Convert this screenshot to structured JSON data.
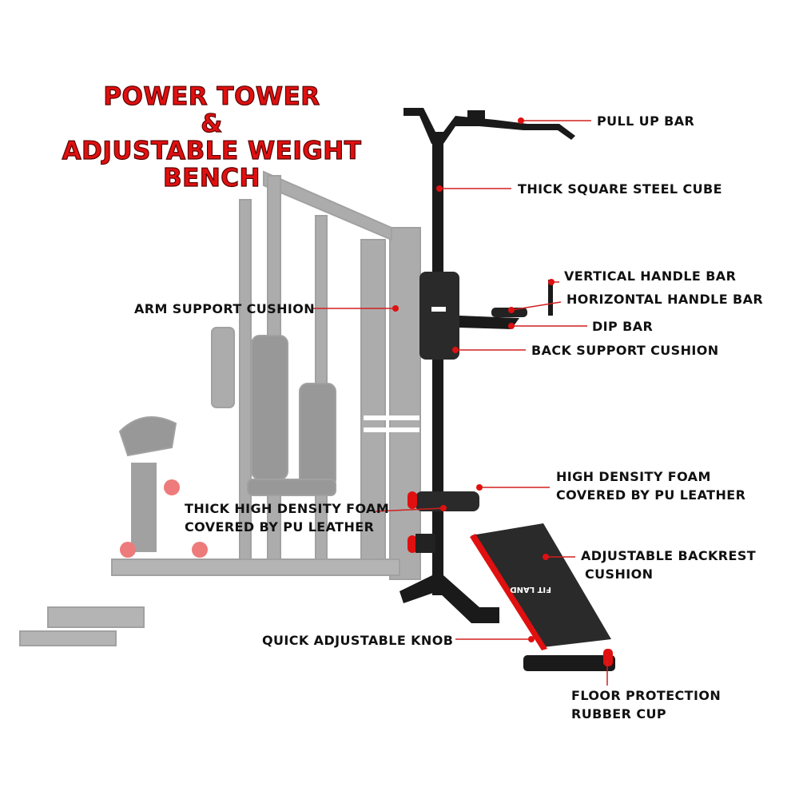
{
  "title": {
    "line1": "POWER TOWER",
    "line2": "&",
    "line3": "ADJUSTABLE WEIGHT",
    "line4": "BENCH"
  },
  "brand_logo": "FIT LAND",
  "labels": {
    "pull_up_bar": "PULL UP BAR",
    "steel_cube": "THICK SQUARE STEEL CUBE",
    "vertical_handle": "VERTICAL HANDLE BAR",
    "horizontal_handle": "HORIZONTAL HANDLE BAR",
    "dip_bar": "DIP BAR",
    "back_support": "BACK SUPPORT CUSHION",
    "arm_support": "ARM SUPPORT CUSHION",
    "foam_right_1": "HIGH DENSITY FOAM",
    "foam_right_2": "COVERED BY PU LEATHER",
    "foam_left_1": "THICK HIGH DENSITY FOAM",
    "foam_left_2": "COVERED BY PU LEATHER",
    "backrest_1": "ADJUSTABLE BACKREST",
    "backrest_2": "CUSHION",
    "knob": "QUICK ADJUSTABLE KNOB",
    "cup_1": "FLOOR PROTECTION",
    "cup_2": "RUBBER CUP"
  },
  "colors": {
    "accent": "#e01010",
    "frame": "#1a1a1a",
    "faded": "#8a8a8a"
  }
}
